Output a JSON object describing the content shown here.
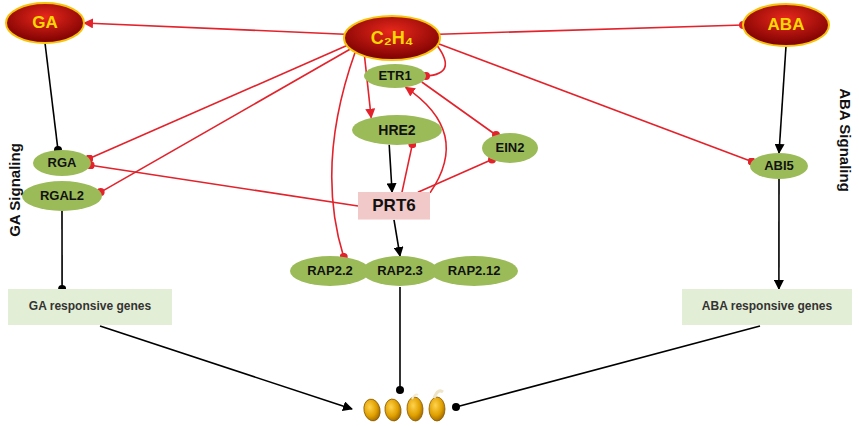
{
  "diagram": {
    "nodes": [
      {
        "text": [
          "GA"
        ]
      },
      {
        "text": [
          "C₂H₄"
        ]
      },
      {
        "text": [
          "ABA"
        ]
      },
      {
        "text": [
          "ETR1"
        ]
      },
      {
        "text": [
          "HRE2"
        ]
      },
      {
        "text": [
          "EIN2"
        ]
      },
      {
        "text": [
          "RGA"
        ]
      },
      {
        "text": [
          "RGAL2"
        ]
      },
      {
        "text": [
          "ABI5"
        ]
      },
      {
        "text": [
          "PRT6"
        ]
      },
      {
        "text": [
          "RAP2.2"
        ]
      },
      {
        "text": [
          "RAP2.3"
        ]
      },
      {
        "text": [
          "RAP2.12"
        ]
      },
      {
        "text": [
          "GA responsive genes"
        ]
      },
      {
        "text": [
          "ABA responsive genes"
        ]
      }
    ],
    "edges": [
      {
        "from": 1,
        "to": 0,
        "arrow": "to"
      },
      {
        "from": 1,
        "to": 2,
        "arrow": "to"
      },
      {
        "from": 0,
        "to": 6,
        "arrow": "to"
      },
      {
        "from": 1,
        "to": 6,
        "arrow": "to"
      },
      {
        "from": 1,
        "to": 7,
        "arrow": "to"
      },
      {
        "from": 9,
        "to": 6,
        "arrow": "to"
      },
      {
        "from": 1,
        "to": 4,
        "arrow": "to"
      },
      {
        "from": 1,
        "to": 10,
        "arrow": "to"
      },
      {
        "from": 1,
        "to": 3,
        "arrow": "to"
      },
      {
        "from": 3,
        "to": 5,
        "arrow": "to"
      },
      {
        "from": 9,
        "to": 3,
        "arrow": "to"
      },
      {
        "from": 9,
        "to": 5,
        "arrow": "to"
      },
      {
        "from": 9,
        "to": 4,
        "arrow": "to"
      },
      {
        "from": 4,
        "to": 9,
        "arrow": "to"
      },
      {
        "from": 9,
        "to": 11,
        "arrow": "to"
      },
      {
        "from": 1,
        "to": 8,
        "arrow": "to"
      },
      {
        "from": 2,
        "to": 8,
        "arrow": "to"
      },
      {
        "from": 7,
        "to": 13,
        "arrow": "to"
      },
      {
        "from": 8,
        "to": 14,
        "arrow": "to"
      }
    ],
    "labels": [
      "GA Signaling",
      "ABA Signaling"
    ]
  }
}
